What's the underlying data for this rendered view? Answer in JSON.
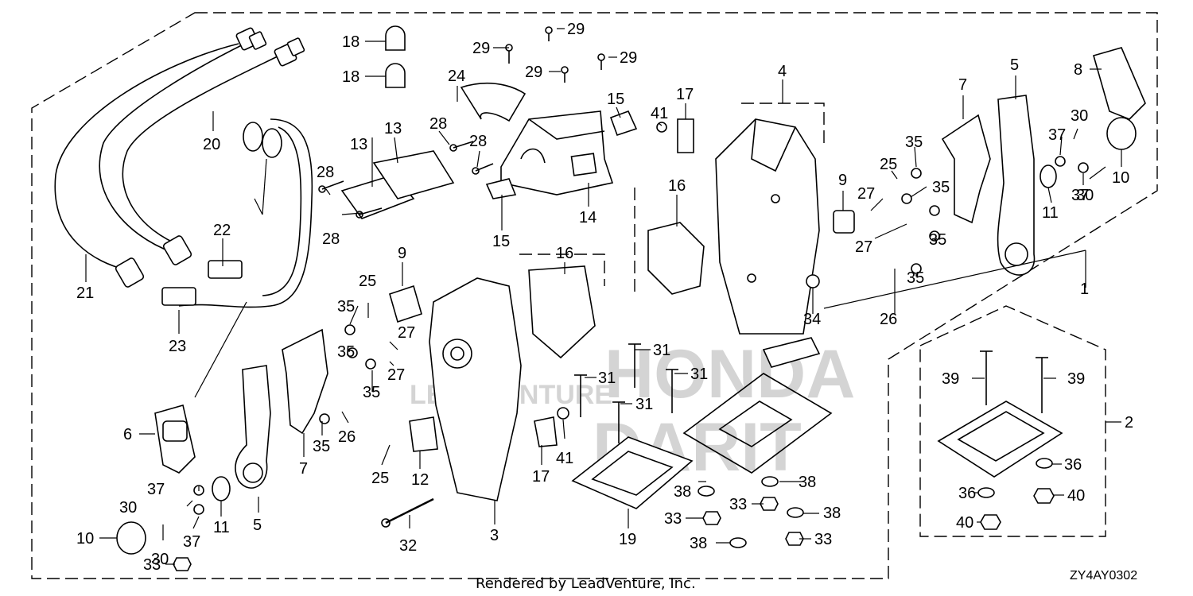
{
  "watermark": {
    "brand": "HONDA",
    "sub": "LEADVENTURE",
    "line2": "DARIT"
  },
  "footer": {
    "credit": "Rendered by LeadVenture, Inc.",
    "code": "ZY4AY0302"
  },
  "callouts": [
    {
      "label": "1"
    },
    {
      "label": "2"
    },
    {
      "label": "3"
    },
    {
      "label": "4"
    },
    {
      "label": "5"
    },
    {
      "label": "5"
    },
    {
      "label": "6"
    },
    {
      "label": "7"
    },
    {
      "label": "7"
    },
    {
      "label": "8"
    },
    {
      "label": "9"
    },
    {
      "label": "9"
    },
    {
      "label": "10"
    },
    {
      "label": "10"
    },
    {
      "label": "11"
    },
    {
      "label": "11"
    },
    {
      "label": "12"
    },
    {
      "label": "13"
    },
    {
      "label": "13"
    },
    {
      "label": "14"
    },
    {
      "label": "15"
    },
    {
      "label": "15"
    },
    {
      "label": "16"
    },
    {
      "label": "16"
    },
    {
      "label": "17"
    },
    {
      "label": "17"
    },
    {
      "label": "18"
    },
    {
      "label": "18"
    },
    {
      "label": "19"
    },
    {
      "label": "20"
    },
    {
      "label": "21"
    },
    {
      "label": "22"
    },
    {
      "label": "23"
    },
    {
      "label": "24"
    },
    {
      "label": "25"
    },
    {
      "label": "25"
    },
    {
      "label": "25"
    },
    {
      "label": "26"
    },
    {
      "label": "26"
    },
    {
      "label": "27"
    },
    {
      "label": "27"
    },
    {
      "label": "27"
    },
    {
      "label": "27"
    },
    {
      "label": "28"
    },
    {
      "label": "28"
    },
    {
      "label": "28"
    },
    {
      "label": "28"
    },
    {
      "label": "29"
    },
    {
      "label": "29"
    },
    {
      "label": "29"
    },
    {
      "label": "29"
    },
    {
      "label": "30"
    },
    {
      "label": "30"
    },
    {
      "label": "30"
    },
    {
      "label": "30"
    },
    {
      "label": "31"
    },
    {
      "label": "31"
    },
    {
      "label": "31"
    },
    {
      "label": "31"
    },
    {
      "label": "32"
    },
    {
      "label": "33"
    },
    {
      "label": "33"
    },
    {
      "label": "33"
    },
    {
      "label": "33"
    },
    {
      "label": "34"
    },
    {
      "label": "35"
    },
    {
      "label": "35"
    },
    {
      "label": "35"
    },
    {
      "label": "35"
    },
    {
      "label": "35"
    },
    {
      "label": "35"
    },
    {
      "label": "35"
    },
    {
      "label": "35"
    },
    {
      "label": "36"
    },
    {
      "label": "36"
    },
    {
      "label": "37"
    },
    {
      "label": "37"
    },
    {
      "label": "37"
    },
    {
      "label": "37"
    },
    {
      "label": "38"
    },
    {
      "label": "38"
    },
    {
      "label": "38"
    },
    {
      "label": "38"
    },
    {
      "label": "39"
    },
    {
      "label": "39"
    },
    {
      "label": "40"
    },
    {
      "label": "40"
    },
    {
      "label": "41"
    },
    {
      "label": "41"
    }
  ]
}
